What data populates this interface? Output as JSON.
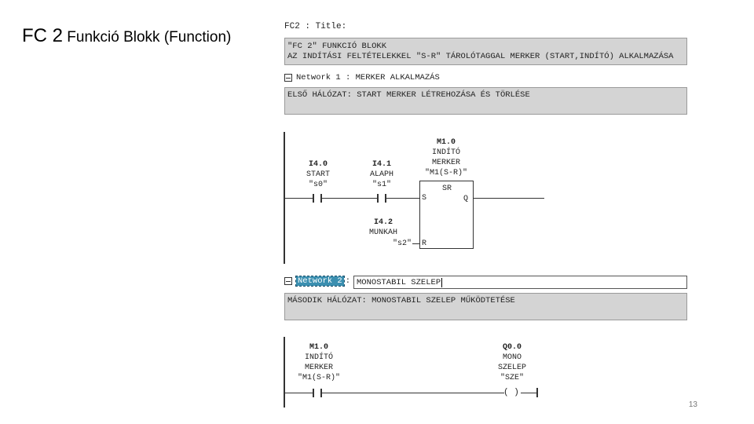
{
  "slide": {
    "title_main": "FC 2",
    "title_rest": " Funkció Blokk (Function)",
    "page_number": "13"
  },
  "editor": {
    "fc_title": "FC2 : Title:",
    "block_comment": {
      "line1": "\"FC 2\" FUNKCIÓ BLOKK",
      "line2": "AZ INDÍTÁSI FELTÉTELEKKEL \"S-R\" TÁROLÓTAGGAL MERKER (START,INDÍTÓ) ALKALMAZÁSA"
    },
    "network1": {
      "label": "Network 1",
      "separator": " : ",
      "title": "MERKER ALKALMAZÁS",
      "comment": "ELSŐ HÁLÓZAT: START MERKER LÉTREHOZÁSA ÉS TÖRLÉSE",
      "contact_start": {
        "address": "I4.0",
        "name": "START",
        "symbol": "\"s0\""
      },
      "contact_alaph": {
        "address": "I4.1",
        "name": "ALAPH",
        "symbol": "\"s1\""
      },
      "reset_input": {
        "address": "I4.2",
        "name": "MUNKAH",
        "symbol": "\"s2\""
      },
      "sr_block": {
        "address": "M1.0",
        "name1": "INDÍTÓ",
        "name2": "MERKER",
        "symbol": "\"M1(S-R)\"",
        "type": "SR",
        "pin_s": "S",
        "pin_r": "R",
        "pin_q": "Q"
      }
    },
    "network2": {
      "label": "Network 2",
      "separator": ":",
      "title": "MONOSTABIL SZELEP",
      "comment": "MÁSODIK HÁLÓZAT: MONOSTABIL SZELEP MŰKÖDTETÉSE",
      "contact": {
        "address": "M1.0",
        "name1": "INDÍTÓ",
        "name2": "MERKER",
        "symbol": "\"M1(S-R)\""
      },
      "coil": {
        "address": "Q0.0",
        "name1": "MONO",
        "name2": "SZELEP",
        "symbol": "\"SZE\"",
        "glyph": "( )"
      }
    }
  }
}
